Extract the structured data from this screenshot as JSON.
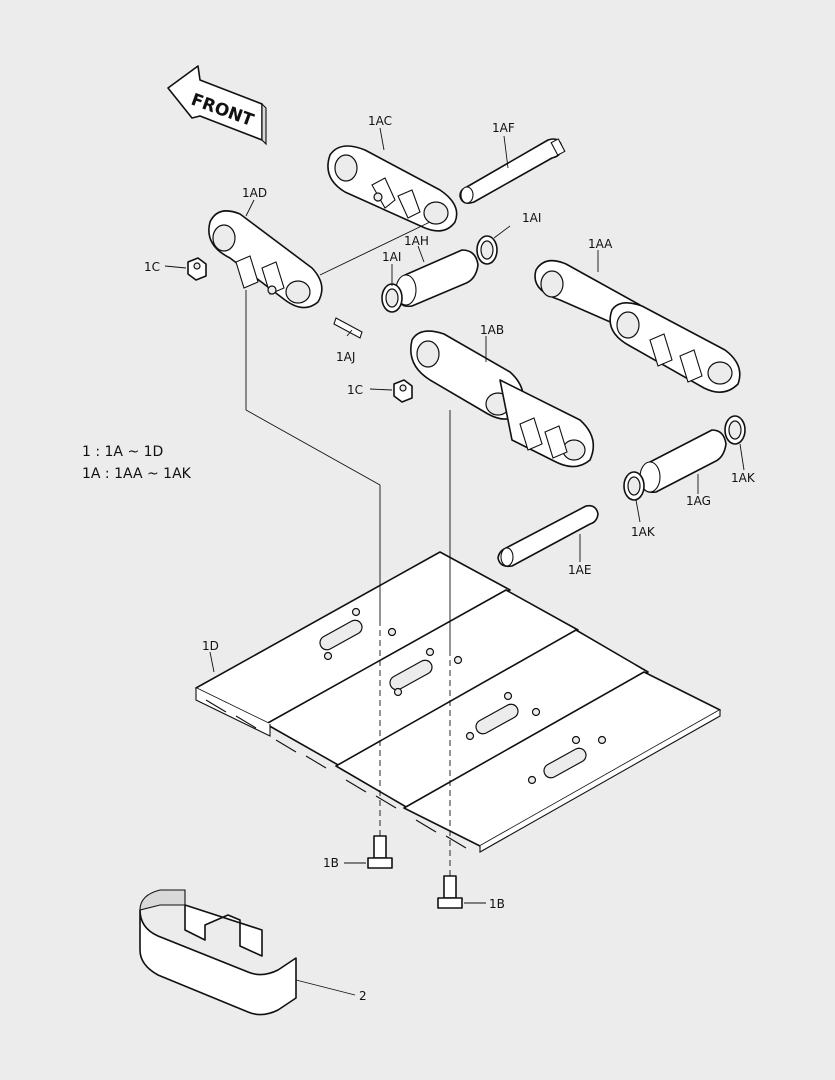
{
  "front_arrow": {
    "text": "FRONT"
  },
  "legend": {
    "line1": "1 : 1A ~ 1D",
    "line2": "1A : 1AA ~ 1AK"
  },
  "labels": {
    "1AC": "1AC",
    "1AF": "1AF",
    "1AD": "1AD",
    "1AI_right": "1AI",
    "1AH": "1AH",
    "1AI_left": "1AI",
    "1AA": "1AA",
    "1C_top": "1C",
    "1AJ": "1AJ",
    "1AB": "1AB",
    "1C_mid": "1C",
    "1AK_right": "1AK",
    "1AG": "1AG",
    "1AK_left": "1AK",
    "1AE": "1AE",
    "1D": "1D",
    "1B_left": "1B",
    "1B_right": "1B",
    "2": "2"
  }
}
